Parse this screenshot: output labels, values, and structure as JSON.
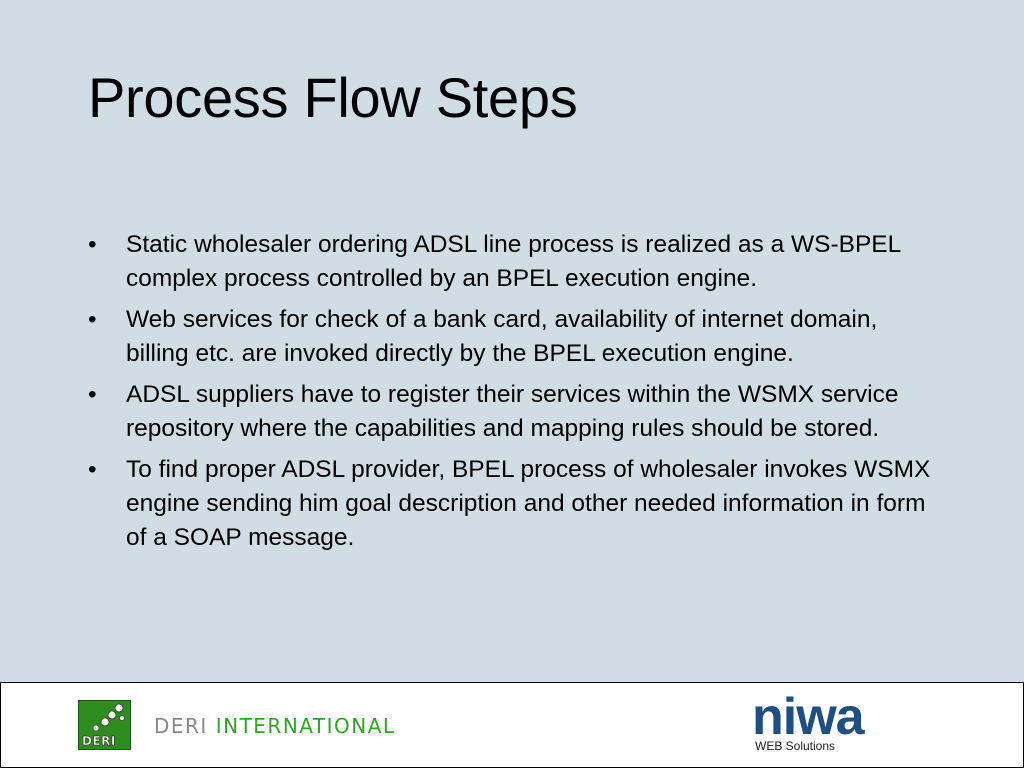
{
  "slide": {
    "title": "Process Flow Steps",
    "bullet_symbol": "•",
    "bullets": [
      "Static wholesaler ordering ADSL line process is realized as a WS-BPEL complex process controlled  by an BPEL execution engine.",
      "Web services for check of a bank card, availability of internet domain, billing etc. are invoked directly by the BPEL execution engine.",
      "ADSL suppliers have to register their services within the WSMX service repository where the capabilities and mapping rules should be stored.",
      "To find proper ADSL provider, BPEL process of wholesaler invokes WSMX engine sending him goal description and other needed information in form of a SOAP message."
    ]
  },
  "footer": {
    "deri_logo_text": "DERI",
    "deri_wordmark_part1": "DERI",
    "deri_wordmark_part2": "INTERNATIONAL",
    "niwa_logo_text": "niwa",
    "niwa_tagline": "WEB Solutions"
  },
  "colors": {
    "background": "#d0dde4",
    "deri_green": "#2e8b1e",
    "international_green": "#2ea820",
    "niwa_blue": "#1e4f83"
  }
}
